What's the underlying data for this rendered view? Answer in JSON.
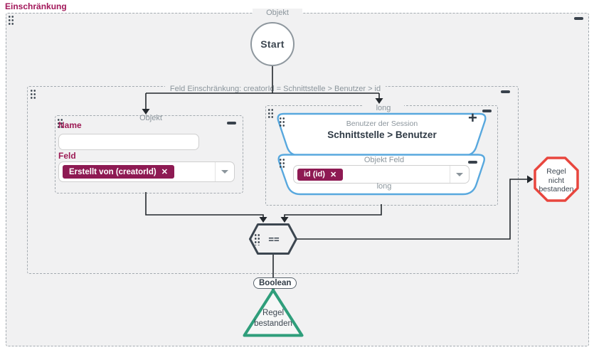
{
  "title": "Einschränkung",
  "icons": {
    "collapse": "−",
    "expand": "+",
    "remove": "✕",
    "caret": "caret-down",
    "drag": "drag-dots"
  },
  "colors": {
    "accent": "#9d1b55",
    "tag_bg": "#8e1a53",
    "node_blue": "#58a8de",
    "fail_red": "#e8463e",
    "pass_green": "#2f9e7b",
    "dark": "#3c4650",
    "muted": "#8b959c"
  },
  "outer_container": {
    "type_label": "Objekt"
  },
  "start_node": {
    "label": "Start"
  },
  "constraint_container": {
    "title": "Feld Einschränkung: creatorId = Schnittstelle > Benutzer > id"
  },
  "object_box": {
    "type_label": "Objekt",
    "name": {
      "label": "Name",
      "value": ""
    },
    "field": {
      "label": "Feld",
      "selected_tag": "Erstellt von (creatorId)"
    }
  },
  "long_box": {
    "type_label": "long",
    "session_node": {
      "subtitle": "Benutzer der Session",
      "title": "Schnittstelle > Benutzer"
    },
    "object_field_node": {
      "type_label": "Objekt Feld",
      "selected_tag": "id (id)",
      "result_type": "long"
    }
  },
  "equals_node": {
    "operator": "=="
  },
  "boolean_label": {
    "text": "Boolean"
  },
  "fail_node": {
    "line1": "Regel",
    "line2": "nicht",
    "line3": "bestanden"
  },
  "pass_node": {
    "line1": "Regel",
    "line2": "bestanden"
  }
}
